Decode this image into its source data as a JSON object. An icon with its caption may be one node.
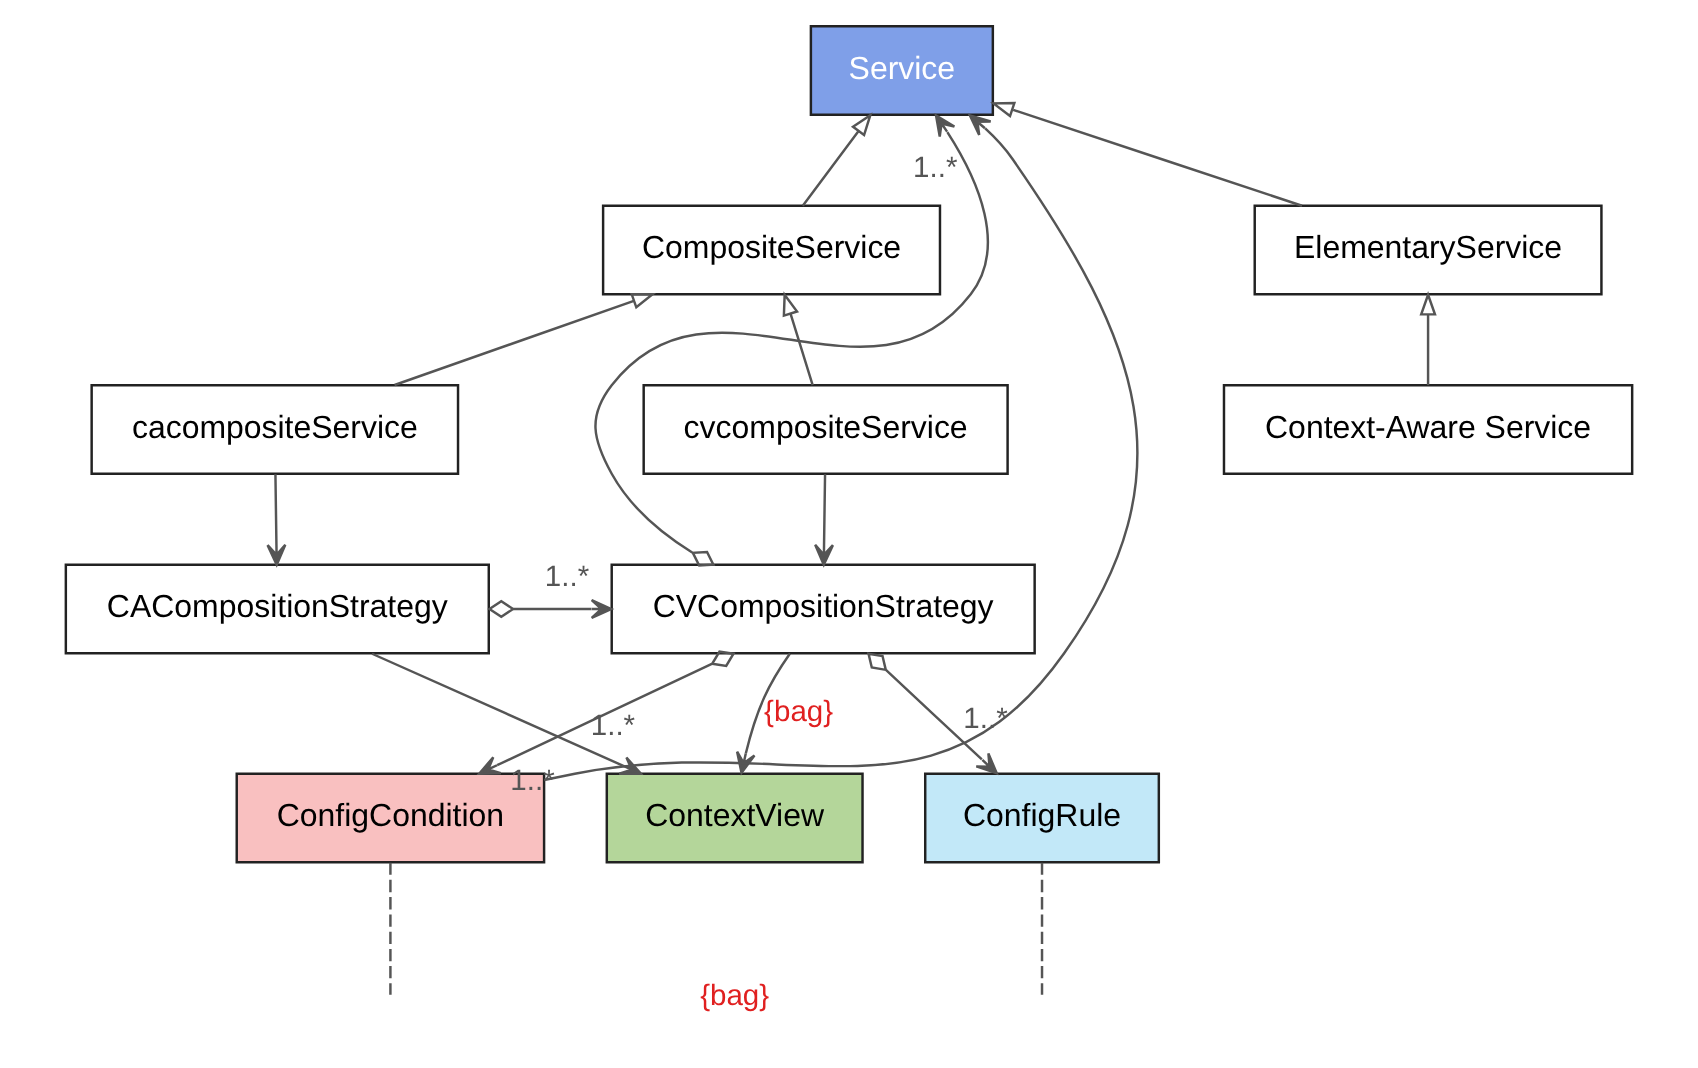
{
  "diagram": {
    "nodes": [
      {
        "text": [
          "Service"
        ]
      },
      {
        "text": [
          "CompositeService"
        ]
      },
      {
        "text": [
          "ElementaryService"
        ]
      },
      {
        "text": [
          "cvcompositeService"
        ]
      },
      {
        "text": [
          "cacompositeService"
        ]
      },
      {
        "text": [
          "Context-Aware Service"
        ]
      },
      {
        "text": [
          "CVCompositionStrategy"
        ]
      },
      {
        "text": [
          "CACompositionStrategy"
        ]
      },
      {
        "text": [
          "ConfigRule"
        ]
      },
      {
        "text": [
          "ContextView"
        ]
      },
      {
        "text": [
          "ConfigCondition"
        ]
      }
    ],
    "edges": [
      {
        "from": 1,
        "to": 0,
        "arrow": "to"
      },
      {
        "from": 2,
        "to": 0,
        "arrow": "to"
      },
      {
        "from": 3,
        "to": 1,
        "arrow": "to"
      },
      {
        "from": 4,
        "to": 1,
        "arrow": "to"
      },
      {
        "from": 5,
        "to": 2,
        "arrow": "to"
      },
      {
        "from": 3,
        "to": 6,
        "arrow": "to"
      },
      {
        "from": 4,
        "to": 7,
        "arrow": "to"
      },
      {
        "from": 6,
        "to": 0,
        "arrow": "to",
        "label": "1..*"
      },
      {
        "from": 7,
        "to": 6,
        "arrow": "to",
        "label": "1..*"
      },
      {
        "from": 6,
        "to": 8,
        "arrow": "to",
        "label": "1..*"
      },
      {
        "from": 6,
        "to": 10,
        "arrow": "to",
        "label": "1..*"
      },
      {
        "from": 6,
        "to": 9,
        "arrow": "to",
        "label": "{bag}"
      },
      {
        "from": 7,
        "to": 9,
        "arrow": "to",
        "label": "1..*"
      },
      {
        "from": 10,
        "to": 0,
        "arrow": "to"
      },
      {
        "from": 8,
        "to": null,
        "arrow": "none",
        "style": "dashed"
      },
      {
        "from": 10,
        "to": null,
        "arrow": "none",
        "style": "dashed"
      }
    ],
    "labels": [
      "{bag}"
    ]
  }
}
